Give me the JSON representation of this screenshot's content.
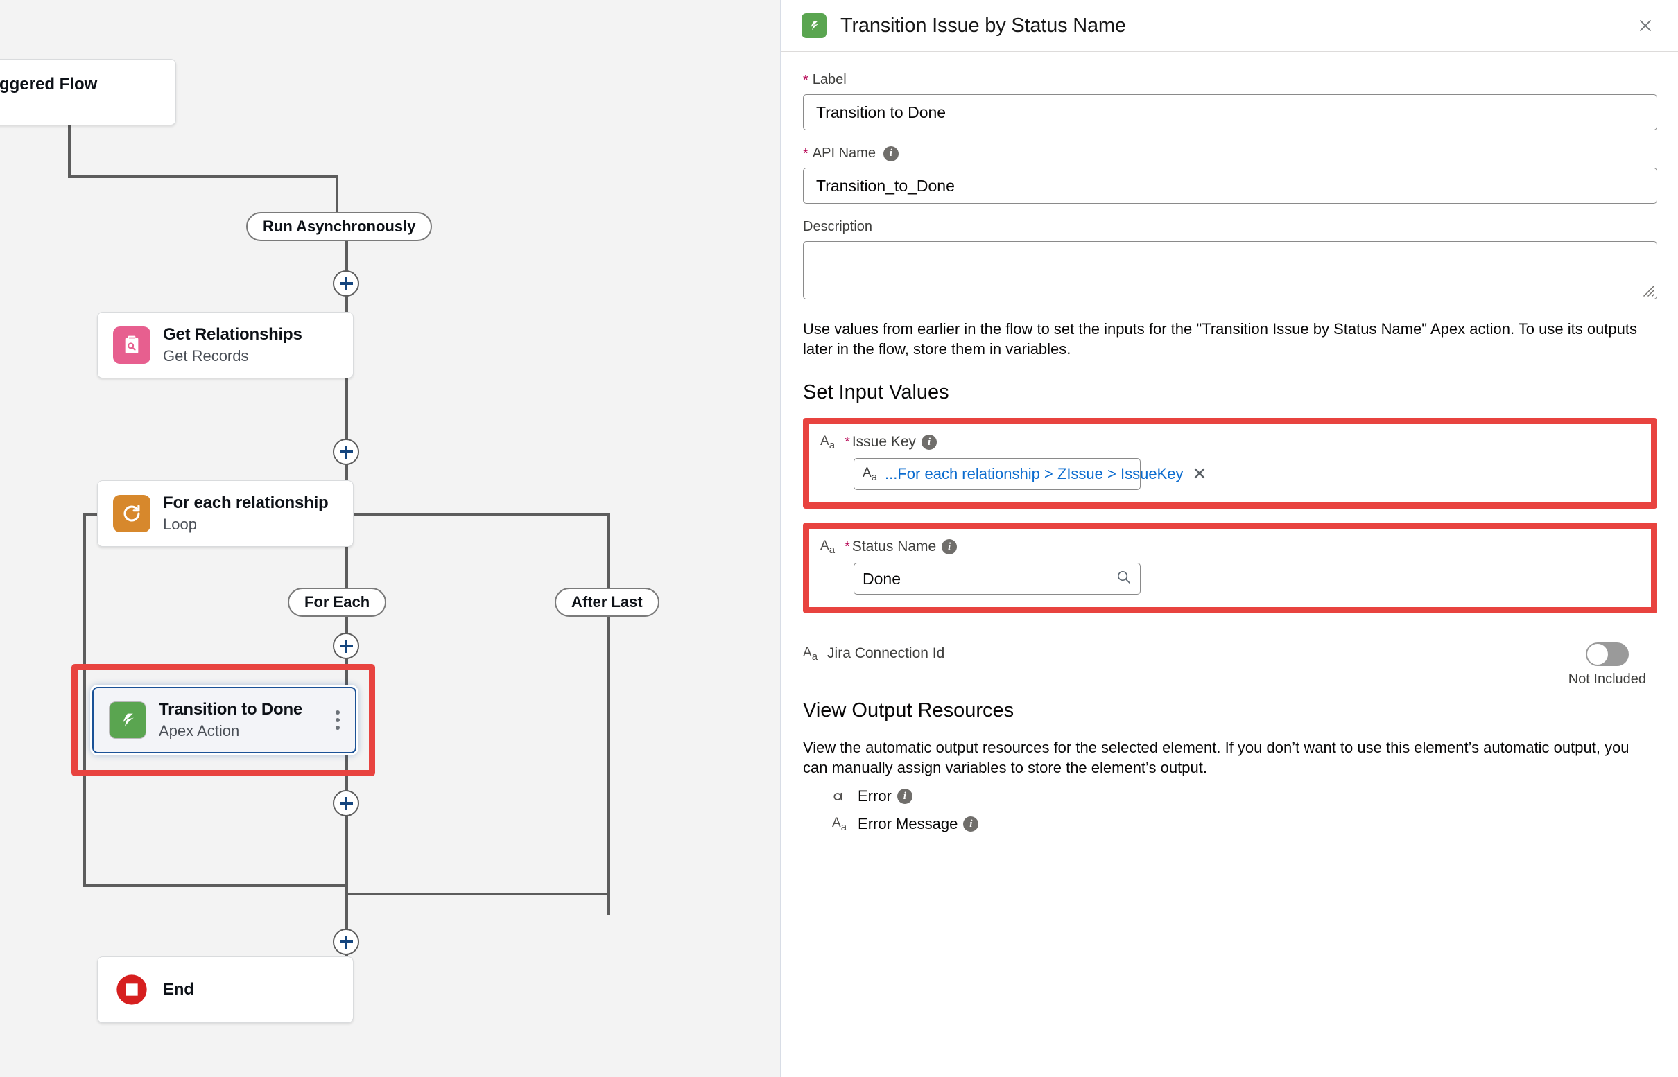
{
  "canvas": {
    "start_node": {
      "title": "ord-Triggered Flow",
      "subtitle": ""
    },
    "async_pill": "Run Asynchronously",
    "get_records_node": {
      "title": "Get Relationships",
      "subtitle": "Get Records",
      "icon": "get-records-icon",
      "color": "#e75f8f"
    },
    "loop_node": {
      "title": "For each relationship",
      "subtitle": "Loop",
      "icon": "loop-icon",
      "color": "#d7882c"
    },
    "for_each_pill": "For Each",
    "after_last_pill": "After Last",
    "apex_node": {
      "title": "Transition to Done",
      "subtitle": "Apex Action",
      "icon": "zapp-apex-icon",
      "color": "#5aa550"
    },
    "end_node": {
      "title": "End",
      "icon": "end-icon",
      "color": "#d61f1f"
    },
    "add_button_label": "+"
  },
  "panel": {
    "title": "Transition Issue by Status Name",
    "header_icon": "zapp-apex-icon",
    "close_label": "✕",
    "label_field": {
      "label": "Label",
      "required": true,
      "value": "Transition to Done"
    },
    "api_name_field": {
      "label": "API Name",
      "required": true,
      "value": "Transition_to_Done",
      "has_info": true
    },
    "description_field": {
      "label": "Description",
      "value": "",
      "placeholder": ""
    },
    "help_paragraph": "Use values from earlier in the flow to set the inputs for the \"Transition Issue by Status Name\" Apex action. To use its outputs later in the flow, store them in variables.",
    "set_input_values": {
      "heading": "Set Input Values",
      "inputs": [
        {
          "name": "Issue Key",
          "required": true,
          "has_info": true,
          "type_icon": "text-type-icon",
          "control": "token",
          "token_text": "...For each relationship > ZIssue > IssueKey",
          "token_remove": "✕",
          "highlighted": true
        },
        {
          "name": "Status Name",
          "required": true,
          "has_info": true,
          "type_icon": "text-type-icon",
          "control": "search",
          "value": "Done",
          "highlighted": true
        }
      ],
      "connection": {
        "name": "Jira Connection Id",
        "type_icon": "text-type-icon",
        "toggle_on": false,
        "toggle_label": "Not Included"
      }
    },
    "output_resources": {
      "heading": "View Output Resources",
      "paragraph": "View the automatic output resources for the selected element. If you don’t want to use this element’s automatic output, you can manually assign variables to store the element’s output.",
      "items": [
        {
          "name": "Error",
          "type_icon": "boolean-type-icon",
          "has_info": true
        },
        {
          "name": "Error Message",
          "type_icon": "text-type-icon",
          "has_info": true
        }
      ]
    }
  },
  "colors": {
    "annotation_red": "#e8433f",
    "selection_blue": "#1b5297",
    "link_blue": "#0c6ccf",
    "required_red": "#b60554",
    "canvas_bg": "#f3f3f3"
  }
}
